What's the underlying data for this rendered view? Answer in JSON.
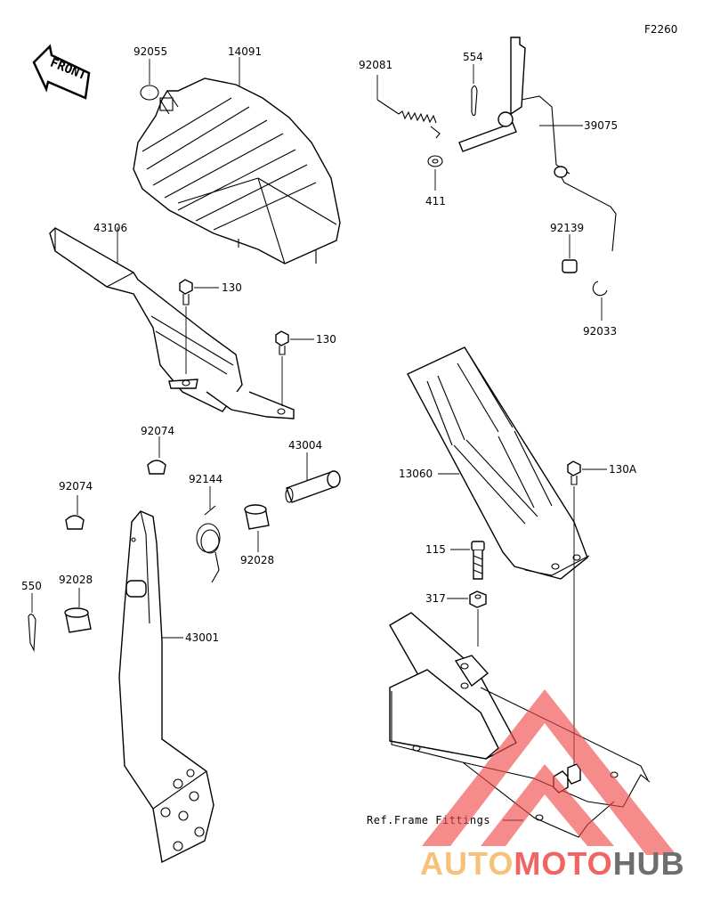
{
  "diagram_code": "F2260",
  "front_label": "FRONT",
  "ref_label": "Ref.Frame Fittings",
  "labels": {
    "p92055": "92055",
    "p14091": "14091",
    "p92081": "92081",
    "p554": "554",
    "p39075": "39075",
    "p411": "411",
    "p92139": "92139",
    "p92033": "92033",
    "p43106": "43106",
    "p130a": "130",
    "p130b": "130",
    "p92074a": "92074",
    "p43004": "43004",
    "p92074b": "92074",
    "p92144": "92144",
    "p92028a": "92028",
    "p13060": "13060",
    "p130A": "130A",
    "p550": "550",
    "p92028b": "92028",
    "p43001": "43001",
    "p115": "115",
    "p317": "317"
  },
  "watermark": {
    "part1": "AUTO",
    "part2": "MOTO",
    "part3": "HUB",
    "color_light": "#f6b766",
    "color_red": "#ef4a4a",
    "color_dark": "#555555"
  }
}
